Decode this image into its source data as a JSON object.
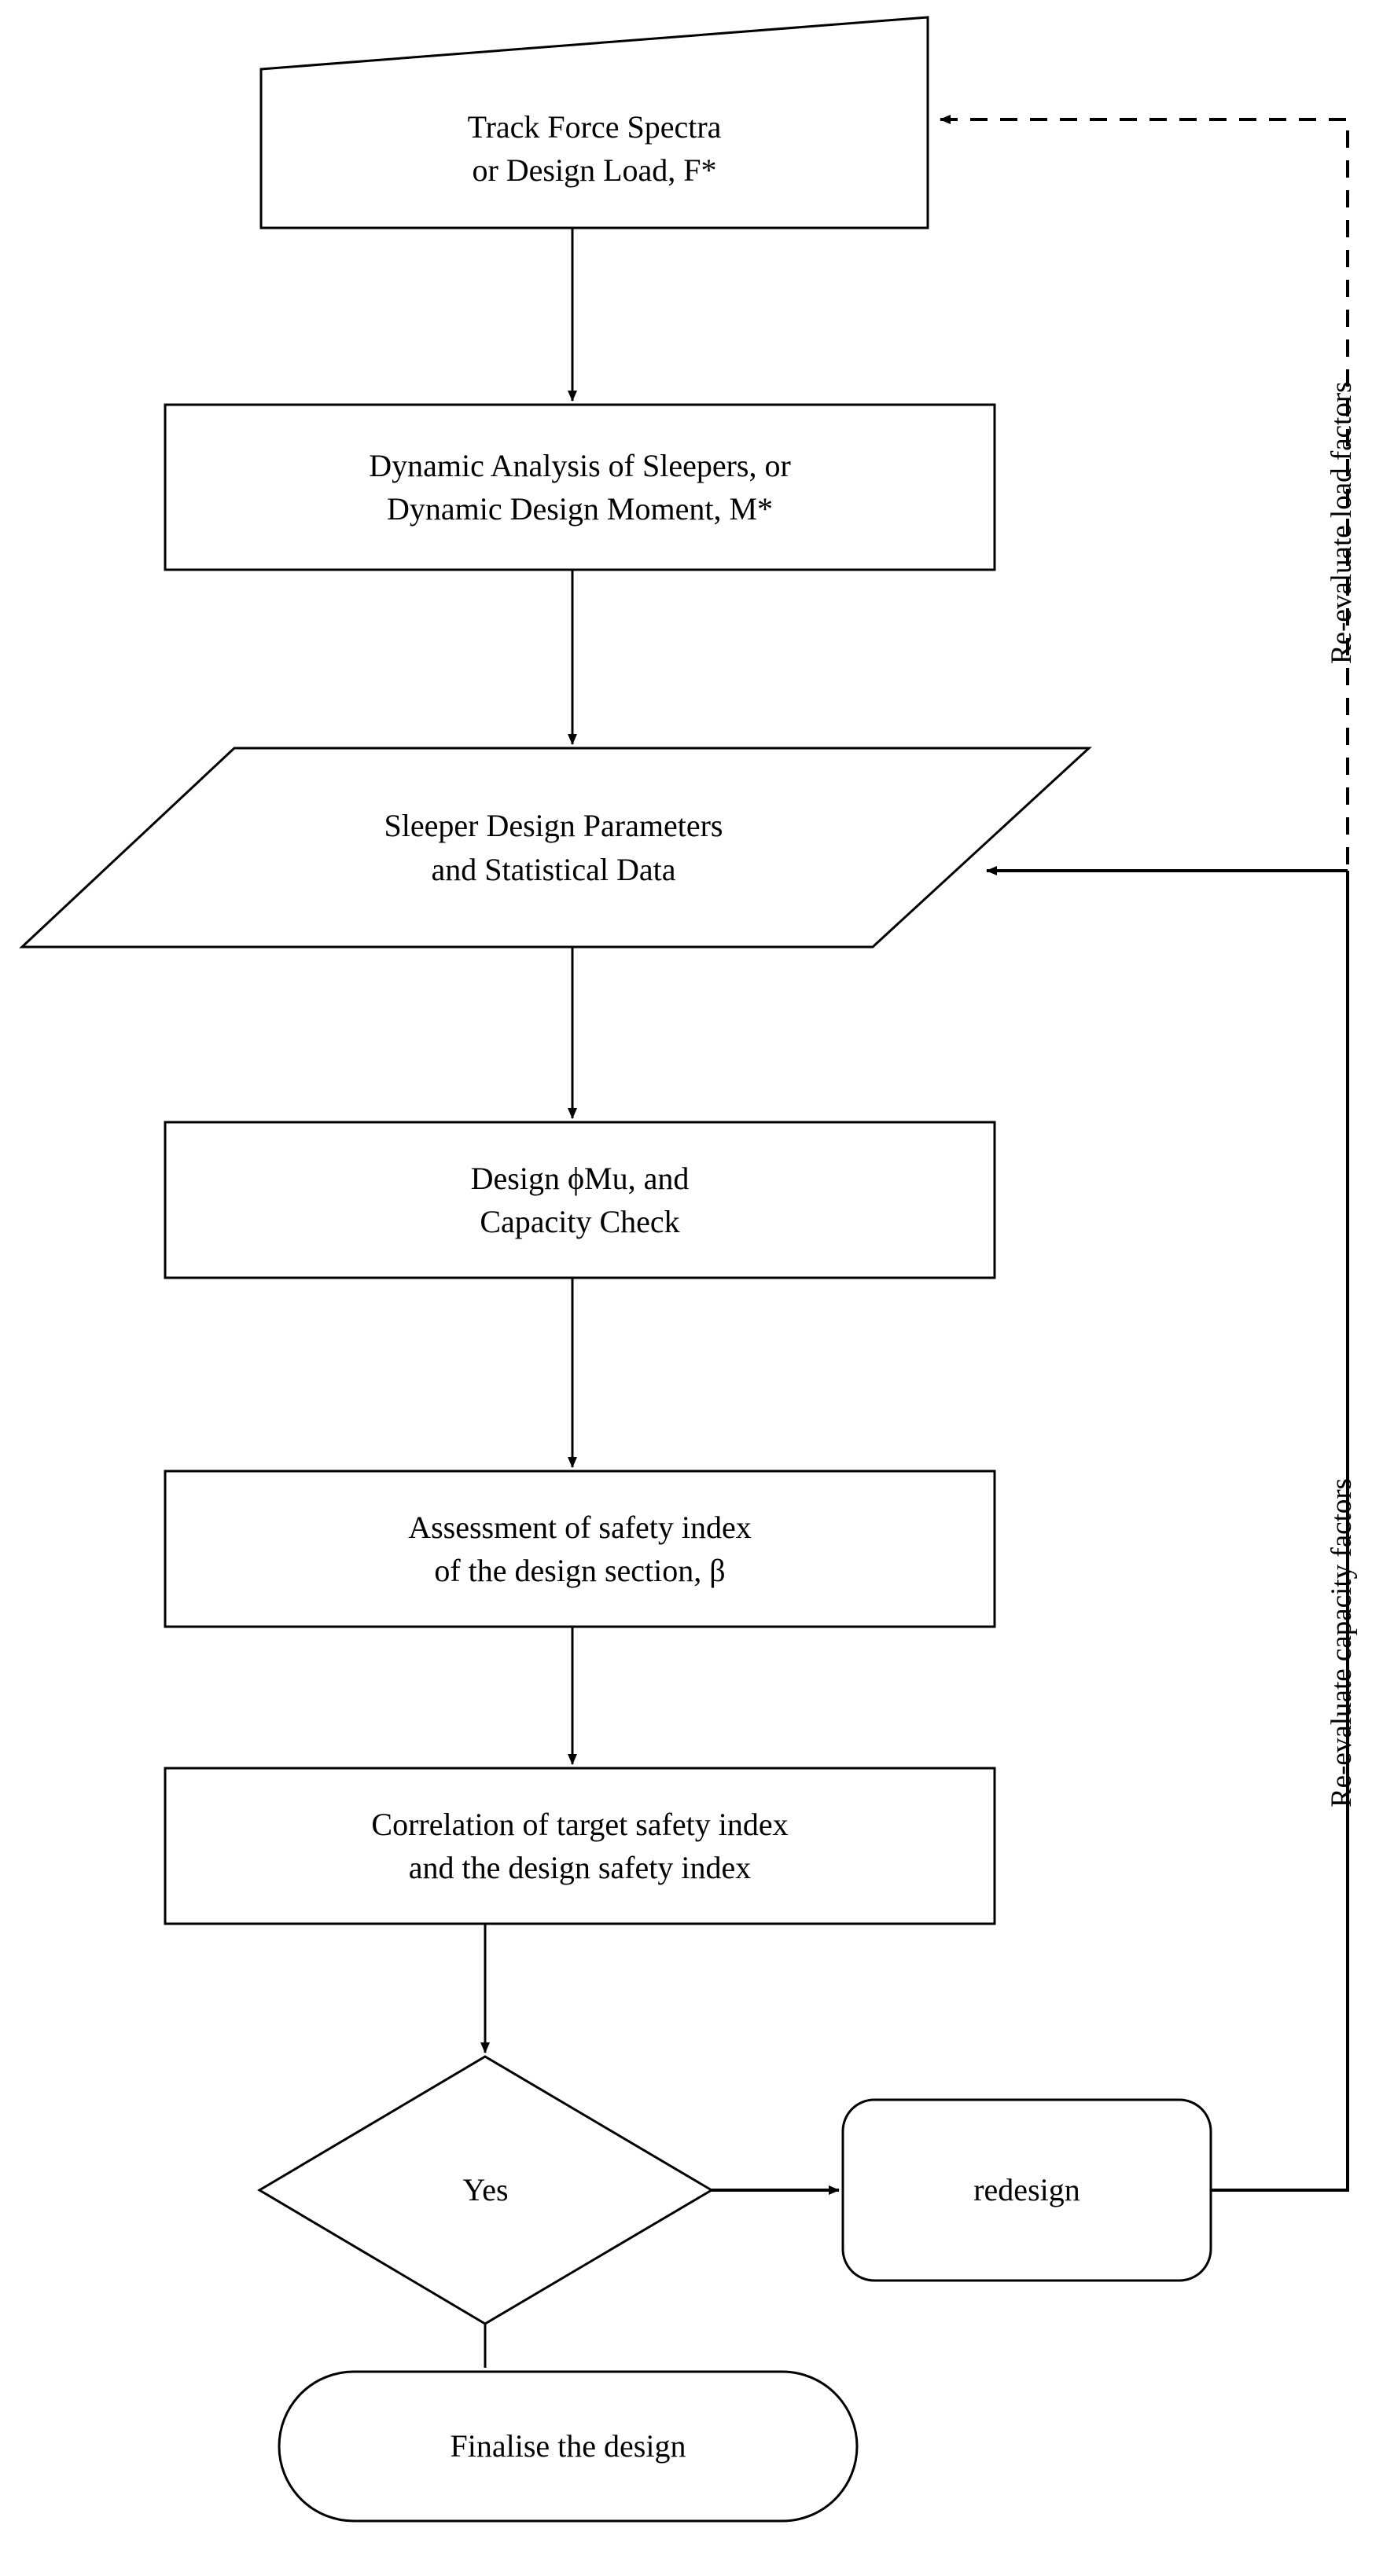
{
  "diagram": {
    "title": "Sleeper Design Flowchart",
    "line_color": "#000000",
    "text_color": "#000000",
    "background_color": "#ffffff"
  },
  "nodes": {
    "track_force": {
      "shape": "skewed-box",
      "line1": "Track Force Spectra",
      "line2": "or Design Load, F*"
    },
    "dynamic_analysis": {
      "shape": "rectangle",
      "line1": "Dynamic Analysis of Sleepers, or",
      "line2": "Dynamic Design Moment, M*"
    },
    "sleeper_params": {
      "shape": "parallelogram",
      "line1": "Sleeper Design Parameters",
      "line2": "and Statistical Data"
    },
    "design_phi_mu": {
      "shape": "rectangle",
      "line1": "Design ϕMu, and",
      "line2": "Capacity Check"
    },
    "safety_index": {
      "shape": "rectangle",
      "line1": "Assessment of safety index",
      "line2": "of the design section, β"
    },
    "correlation": {
      "shape": "rectangle",
      "line1": "Correlation of target safety index",
      "line2": "and the design safety index"
    },
    "decision": {
      "shape": "diamond",
      "label": "Yes"
    },
    "redesign": {
      "shape": "rounded-rectangle",
      "label": "redesign"
    },
    "finalise": {
      "shape": "stadium",
      "label": "Finalise the design"
    }
  },
  "edge_labels": {
    "load_factors": "Re-evaluate load factors",
    "capacity_factors": "Re-evaluate capacity factors"
  },
  "edges": [
    {
      "from": "track_force",
      "to": "dynamic_analysis",
      "style": "solid"
    },
    {
      "from": "dynamic_analysis",
      "to": "sleeper_params",
      "style": "solid"
    },
    {
      "from": "sleeper_params",
      "to": "design_phi_mu",
      "style": "solid"
    },
    {
      "from": "design_phi_mu",
      "to": "safety_index",
      "style": "solid"
    },
    {
      "from": "safety_index",
      "to": "correlation",
      "style": "solid"
    },
    {
      "from": "correlation",
      "to": "decision",
      "style": "solid"
    },
    {
      "from": "decision",
      "to": "redesign",
      "style": "solid"
    },
    {
      "from": "decision",
      "to": "finalise",
      "style": "solid"
    },
    {
      "from": "redesign",
      "to": "sleeper_params",
      "style": "solid",
      "label": "capacity_factors"
    },
    {
      "from": "redesign",
      "to": "track_force",
      "style": "dashed",
      "label": "load_factors"
    }
  ]
}
